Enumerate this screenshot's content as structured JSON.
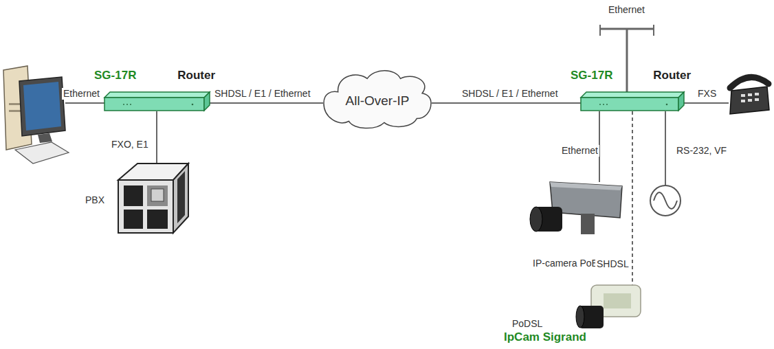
{
  "diagram": {
    "nodes": [
      {
        "text": [
          "SG-17R",
          "Router"
        ]
      },
      {
        "text": [
          "PBX"
        ]
      },
      {
        "text": [
          "All-Over-IP"
        ]
      },
      {
        "text": [
          "SG-17R",
          "Router"
        ]
      },
      {
        "text": [
          "IP-camera PoE"
        ]
      },
      {
        "text": [
          "PoDSL",
          "IpCam Sigrand"
        ]
      }
    ],
    "edges": [
      {
        "from": 0,
        "to": 1,
        "label": "FXO, E1",
        "arrow": "none"
      },
      {
        "from": 0,
        "to": 2,
        "label": "SHDSL / E1 / Ethernet",
        "arrow": "none"
      },
      {
        "from": 2,
        "to": 3,
        "label": "SHDSL / E1 / Ethernet",
        "arrow": "none"
      },
      {
        "from": 3,
        "to": 4,
        "label": "Ethernet",
        "arrow": "none"
      },
      {
        "from": 3,
        "to": 5,
        "label": "SHDSL",
        "arrow": "none"
      }
    ],
    "labels": [
      "Ethernet",
      "Ethernet",
      "FXS",
      "RS-232, VF"
    ]
  }
}
